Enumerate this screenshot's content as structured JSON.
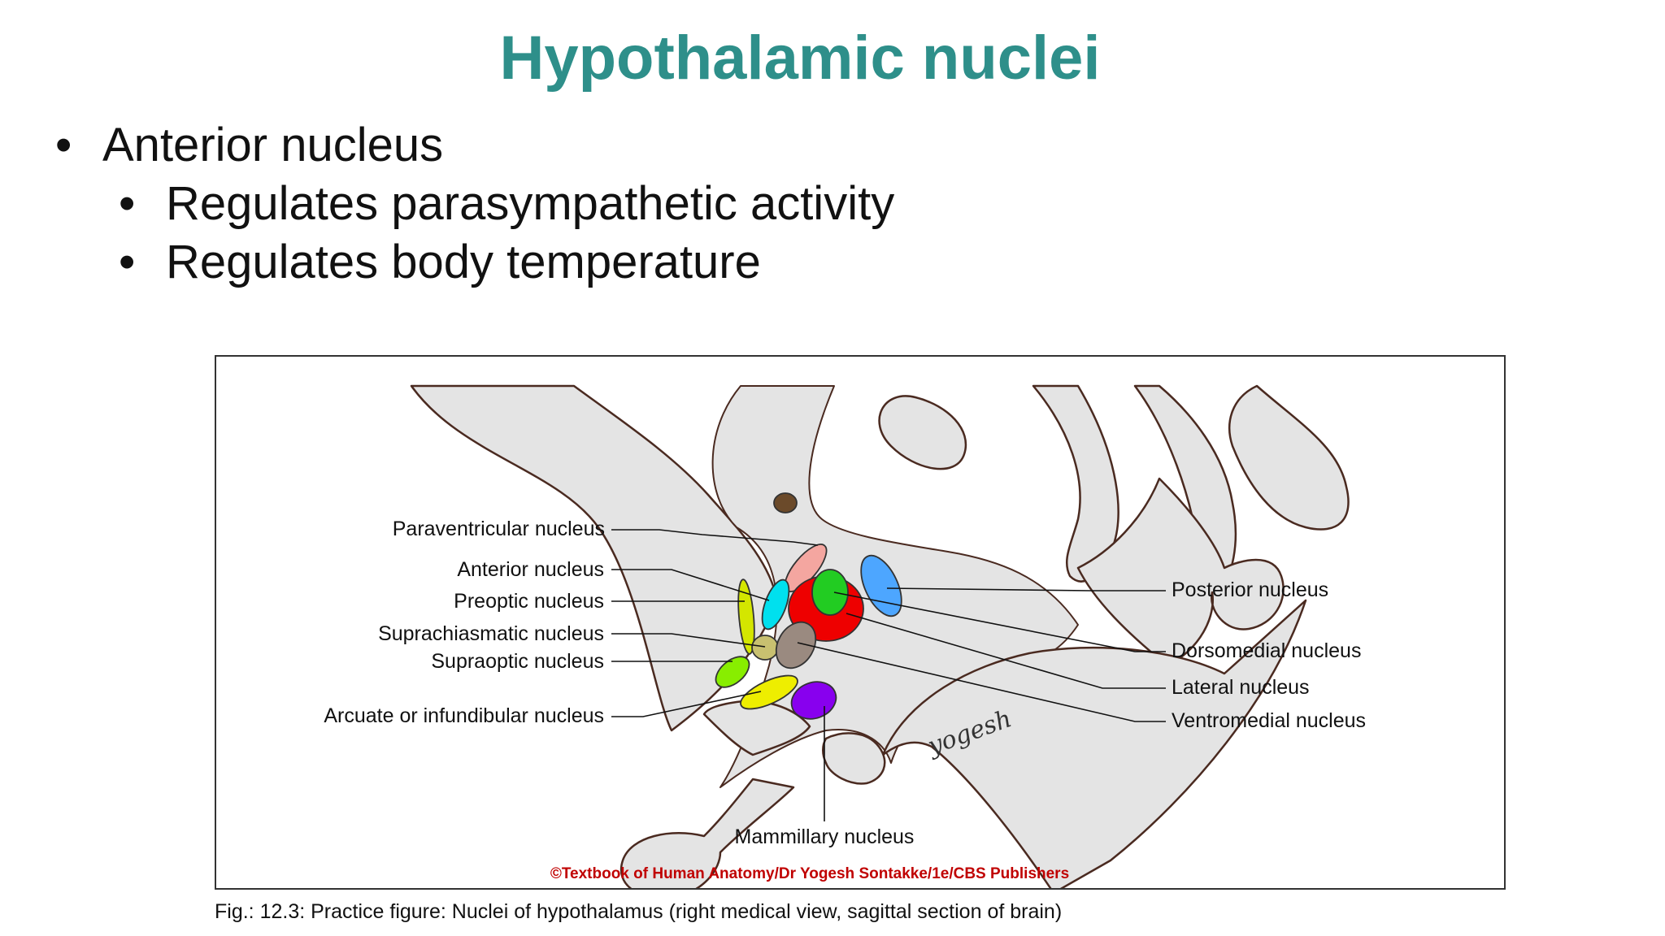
{
  "slide": {
    "title": "Hypothalamic nuclei",
    "bullets": [
      {
        "level": 1,
        "text": "Anterior nucleus"
      },
      {
        "level": 2,
        "text": "Regulates parasympathetic activity"
      },
      {
        "level": 2,
        "text": "Regulates body temperature"
      }
    ],
    "bullet_symbol": "•"
  },
  "figure": {
    "labels_left": [
      "Paraventricular nucleus",
      "Anterior nucleus",
      "Preoptic nucleus",
      "Suprachiasmatic nucleus",
      "Supraoptic nucleus",
      "Arcuate or infundibular nucleus"
    ],
    "labels_right": [
      "Posterior nucleus",
      "Dorsomedial nucleus",
      "Lateral nucleus",
      "Ventromedial nucleus"
    ],
    "label_bottom": "Mammillary nucleus",
    "copyright": "©Textbook of Human Anatomy/Dr Yogesh Sontakke/1e/CBS Publishers",
    "signature": "yogesh",
    "colors": {
      "paraventricular": "#f4a6a0",
      "anterior": "#00e0ee",
      "preoptic": "#d4e600",
      "suprachiasmatic": "#c8c070",
      "supraoptic": "#88ee00",
      "arcuate": "#eeee00",
      "posterior": "#4da6ff",
      "dorsomedial": "#22cc22",
      "lateral": "#ee0000",
      "ventromedial": "#9a8a80",
      "mammillary": "#8800ee",
      "pineal": "#6b4a2a",
      "tissue": "#e4e4e4",
      "copyright_text": "#c00000"
    }
  },
  "caption": "Fig.: 12.3: Practice figure: Nuclei of hypothalamus (right medical view, sagittal section of brain)"
}
